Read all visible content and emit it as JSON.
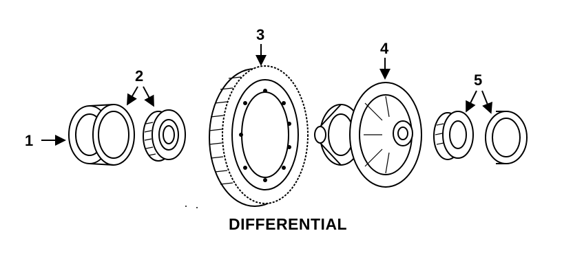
{
  "diagram": {
    "title": "DIFFERENTIAL",
    "callouts": [
      {
        "id": "1",
        "label": "1"
      },
      {
        "id": "2",
        "label": "2"
      },
      {
        "id": "3",
        "label": "3"
      },
      {
        "id": "4",
        "label": "4"
      },
      {
        "id": "5",
        "label": "5"
      }
    ]
  },
  "colors": {
    "ink": "#000000",
    "paper": "#ffffff"
  }
}
